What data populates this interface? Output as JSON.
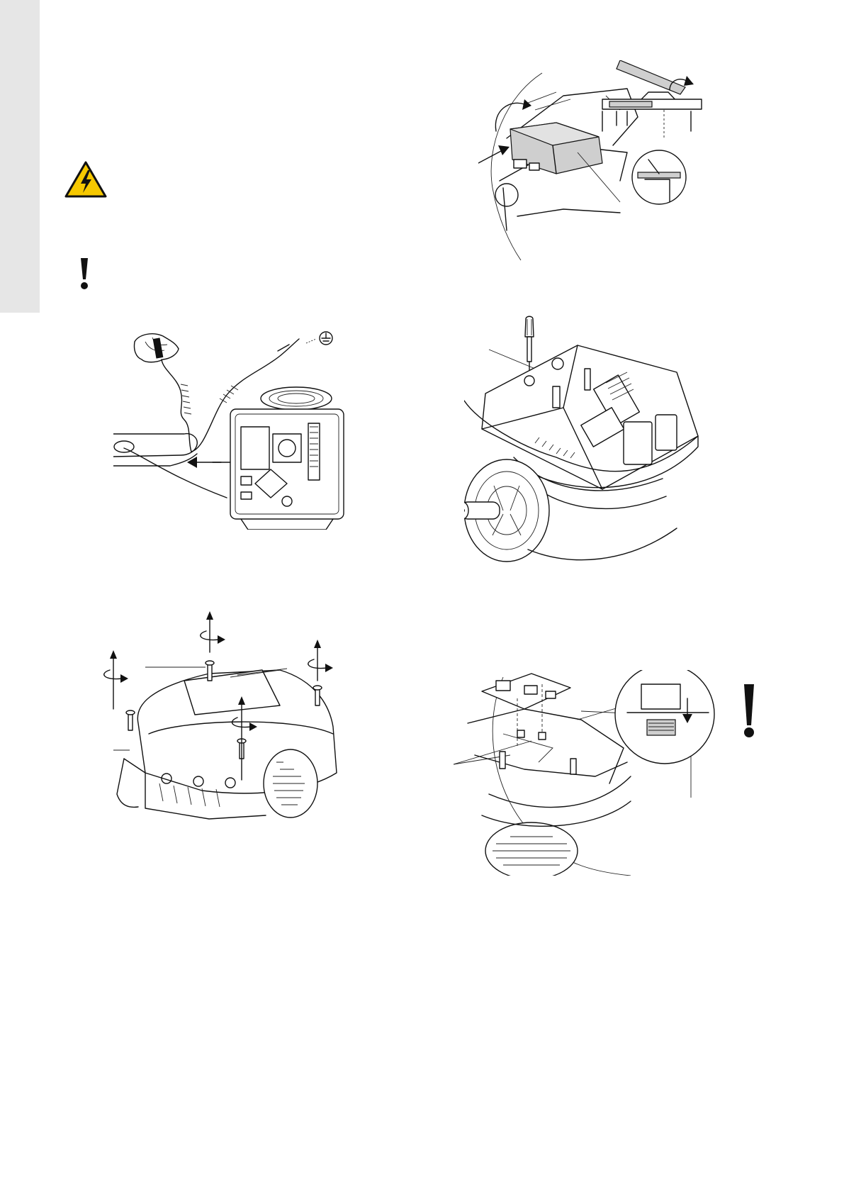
{
  "page": {
    "side_tab_color": "#e6e6e6"
  },
  "icons": {
    "warning": {
      "name": "electrical-hazard-warning-icon",
      "color": "#f6c800"
    },
    "caution": {
      "name": "exclamation-caution-icon"
    }
  },
  "figures": [
    {
      "id": "fig-remove-control-cover",
      "description_hidden": true
    },
    {
      "id": "fig-esd-grounding",
      "description_hidden": true
    },
    {
      "id": "fig-screwdriver-cover-screw",
      "description_hidden": true
    },
    {
      "id": "fig-remove-terminal-box-cover-screws",
      "description_hidden": true
    },
    {
      "id": "fig-insert-module-connector",
      "description_hidden": true
    }
  ]
}
